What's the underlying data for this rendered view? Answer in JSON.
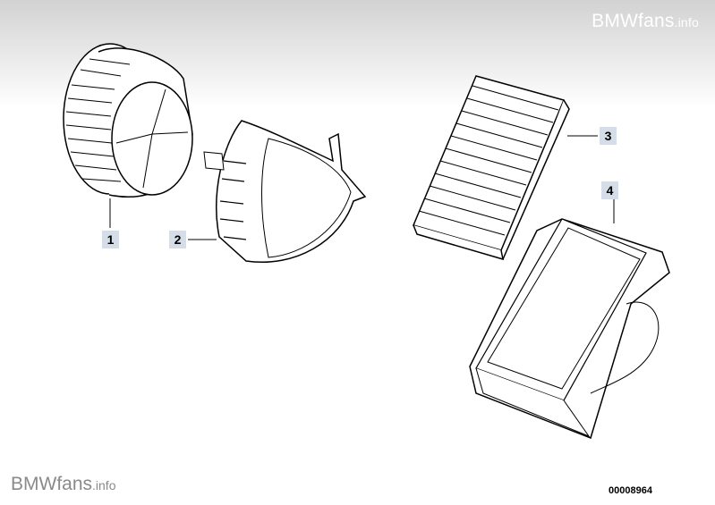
{
  "watermark_top": {
    "brand": "BMWfans",
    "suffix": ".info"
  },
  "watermark_bottom": {
    "brand": "BMWfans",
    "suffix": ".info"
  },
  "parts": [
    {
      "id": "1"
    },
    {
      "id": "2"
    },
    {
      "id": "3"
    },
    {
      "id": "4"
    }
  ],
  "diagram_number": "00008964"
}
